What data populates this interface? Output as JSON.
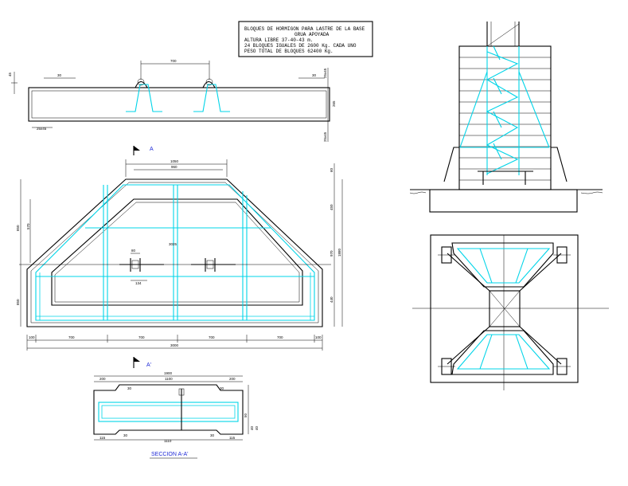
{
  "title_block": {
    "line1": "BLOQUES DE HORMIGON PARA LASTRE DE LA BASE",
    "line2": "GRUA APOYADA",
    "line3": "ALTURA LIBRE 37-40-43 m.",
    "line4": "24 BLOQUES IGUALES DE 2600 Kg. CADA UNO",
    "line5": "PESO TOTAL DE BLOQUES 62400 Kg."
  },
  "labels": {
    "section_a": "A",
    "section_a_prime": "A'",
    "section_title": "SECCION A-A'"
  },
  "dims": {
    "top_view": [
      "700",
      "30",
      "30",
      "45",
      "25x45",
      "25x45",
      "265",
      "25x45"
    ],
    "plan": [
      "1050",
      "960",
      "3025",
      "80",
      "134",
      "60",
      "450",
      "970",
      "1880",
      "440",
      "570",
      "850",
      "850"
    ],
    "plan_bottom": [
      "100",
      "700",
      "700",
      "700",
      "700",
      "100",
      "3000"
    ],
    "section": [
      "1900",
      "200",
      "1100",
      "200",
      "30",
      "30",
      "115",
      "30",
      "1110",
      "30",
      "115",
      "50",
      "40",
      "40"
    ]
  },
  "colors": {
    "outline": "#000000",
    "rebar": "#00d4e8",
    "label": "#1f2ad6"
  }
}
